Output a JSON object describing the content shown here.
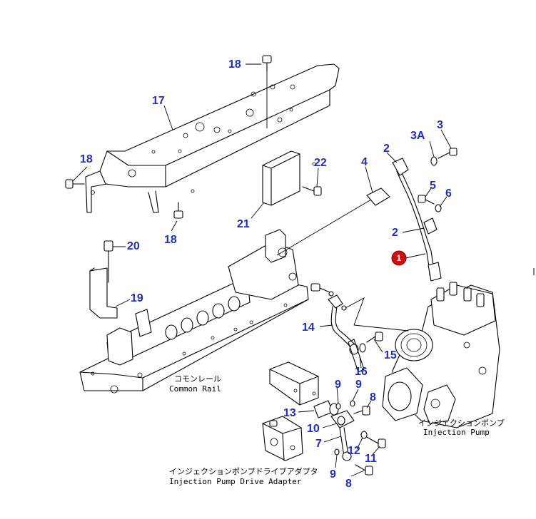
{
  "callouts": {
    "c18a": "18",
    "c17": "17",
    "c18b": "18",
    "c18c": "18",
    "c22": "22",
    "c21": "21",
    "c4": "4",
    "c2a": "2",
    "c3a": "3A",
    "c3": "3",
    "c5": "5",
    "c6": "6",
    "c2b": "2",
    "c1": "1",
    "c20": "20",
    "c19": "19",
    "c14": "14",
    "c15": "15",
    "c16": "16",
    "c9a": "9",
    "c9b": "9",
    "c8a": "8",
    "c13": "13",
    "c10": "10",
    "c7": "7",
    "c12": "12",
    "c11": "11",
    "c9c": "9",
    "c8b": "8"
  },
  "captions": {
    "common_rail_jp": "コモンレール",
    "common_rail_en": "Common Rail",
    "injection_pump_jp": "インジェクションポンプ",
    "injection_pump_en": "Injection Pump",
    "drive_adapter_jp": "インジェクションポンプドライブアダプタ",
    "drive_adapter_en": "Injection Pump Drive Adapter"
  },
  "colors": {
    "callout": "#1f2fb8",
    "highlight_badge": "#cc1111"
  }
}
